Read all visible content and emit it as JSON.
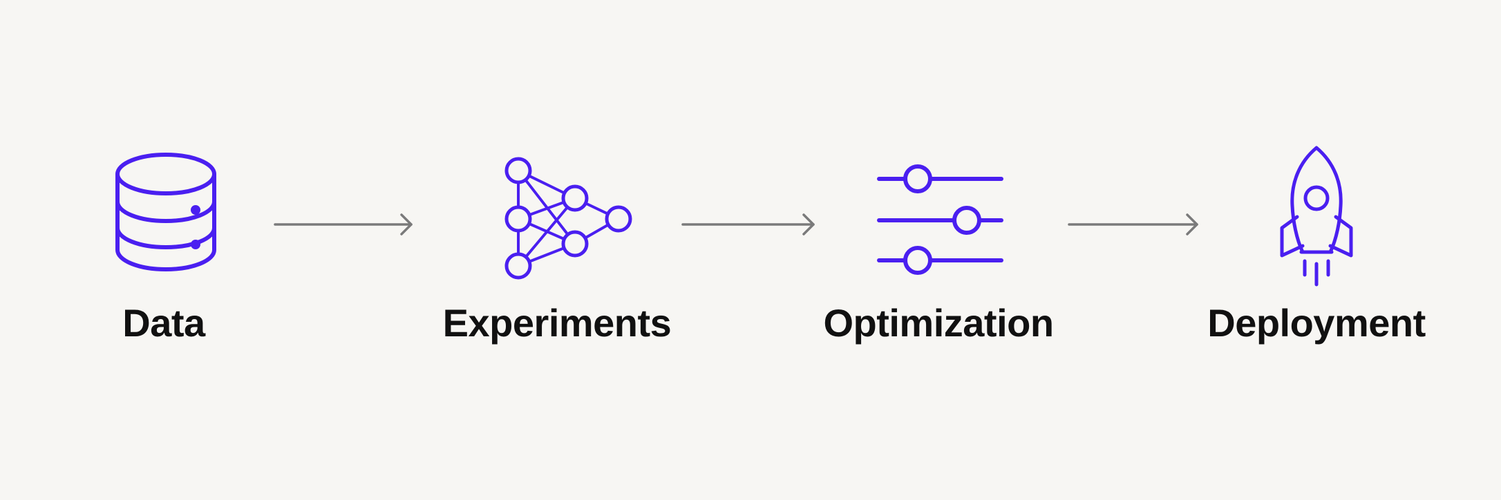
{
  "accent_color": "#4a1ff0",
  "arrow_color": "#7a7a7a",
  "steps": [
    {
      "label": "Data",
      "icon": "database-icon"
    },
    {
      "label": "Experiments",
      "icon": "network-icon"
    },
    {
      "label": "Optimization",
      "icon": "sliders-icon"
    },
    {
      "label": "Deployment",
      "icon": "rocket-icon"
    }
  ]
}
